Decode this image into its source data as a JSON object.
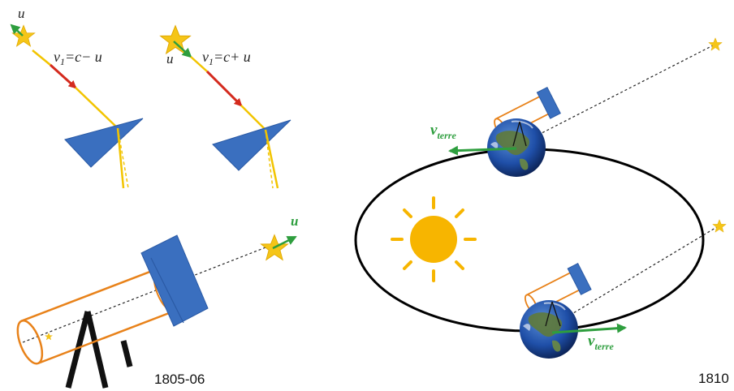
{
  "labels": {
    "u_top_left": "u",
    "v1_minus": "v",
    "v1_minus_sub": "1",
    "v1_minus_rest": "=c− u",
    "u_top_right": "u",
    "v1_plus": "v",
    "v1_plus_sub": "1",
    "v1_plus_rest": "=c+ u",
    "u_telescope": "u",
    "v_terre_top": "v",
    "v_terre_top_sub": "terre",
    "v_terre_bottom": "v",
    "v_terre_bottom_sub": "terre",
    "year_left": "1805-06",
    "year_right": "1810"
  },
  "colors": {
    "star": "#f5c518",
    "green_arrow": "#2e9e3e",
    "red_arrow": "#d42a1e",
    "light_ray": "#f2c400",
    "prism": "#3a6fbf",
    "telescope_body": "#e8821a",
    "sun": "#f7b500",
    "orbit": "#000000",
    "earth_ocean": "#1f4fa8"
  }
}
